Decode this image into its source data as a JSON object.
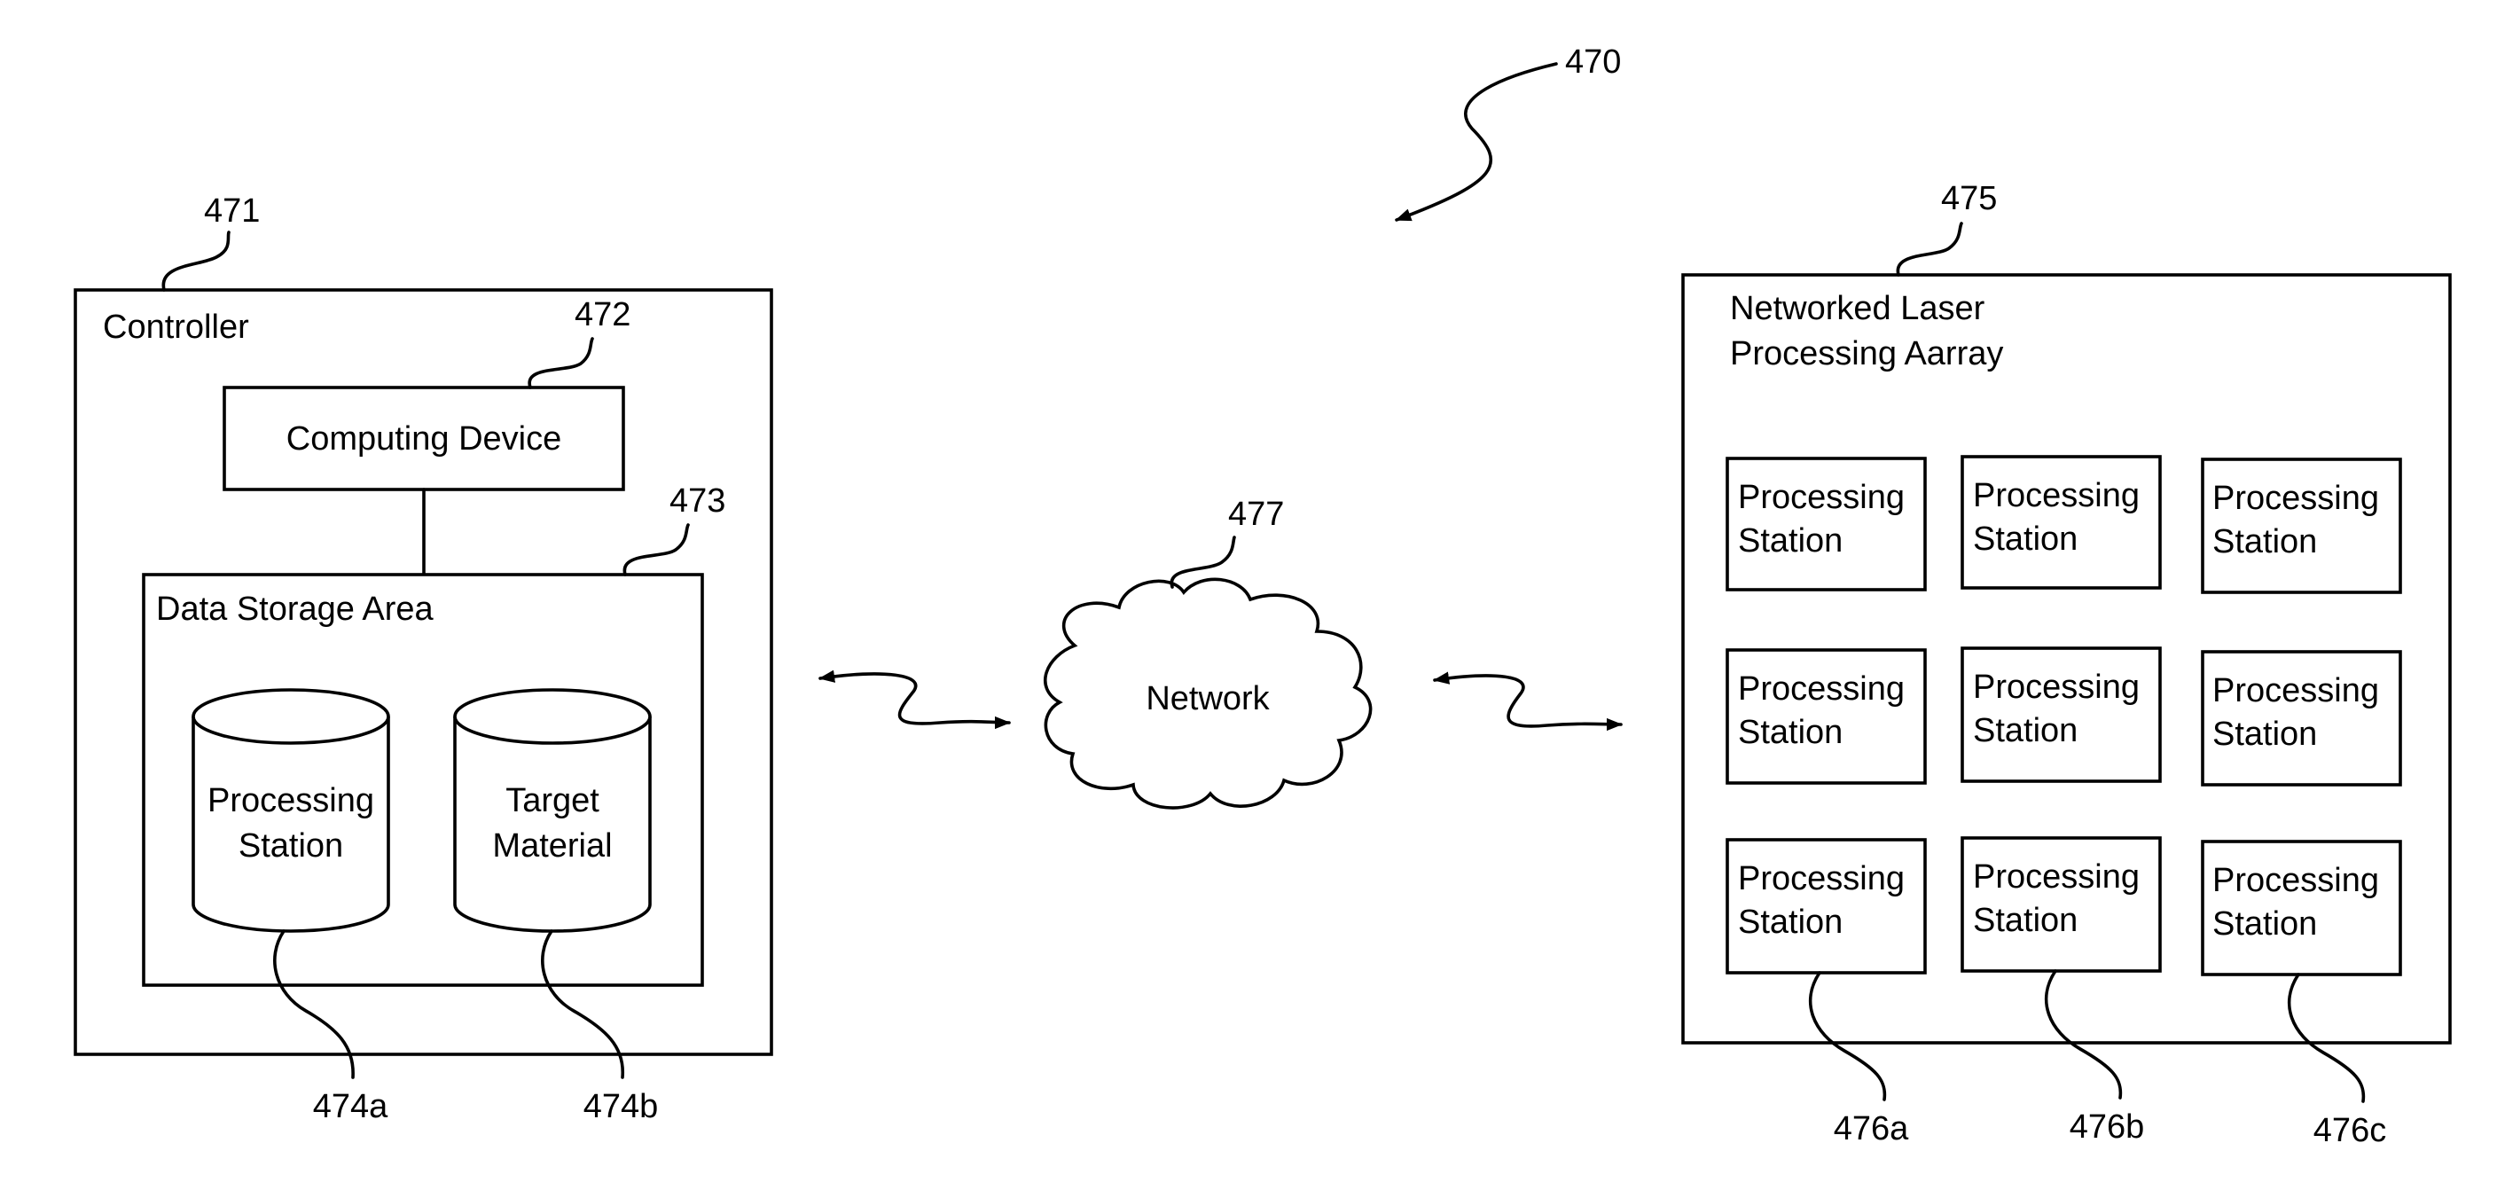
{
  "figure_ref": "470",
  "controller": {
    "ref": "471",
    "label": "Controller",
    "computing_device": {
      "ref": "472",
      "label": "Computing Device"
    },
    "data_storage": {
      "ref": "473",
      "label": "Data Storage Area",
      "databases": [
        {
          "ref": "474a",
          "line1": "Processing",
          "line2": "Station"
        },
        {
          "ref": "474b",
          "line1": "Target",
          "line2": "Material"
        }
      ]
    }
  },
  "network": {
    "ref": "477",
    "label": "Network"
  },
  "array": {
    "ref": "475",
    "title_line1": "Networked Laser",
    "title_line2": "Processing Aarray",
    "stations": [
      {
        "line1": "Processing",
        "line2": "Station"
      },
      {
        "line1": "Processing",
        "line2": "Station"
      },
      {
        "line1": "Processing",
        "line2": "Station"
      },
      {
        "line1": "Processing",
        "line2": "Station"
      },
      {
        "line1": "Processing",
        "line2": "Station"
      },
      {
        "line1": "Processing",
        "line2": "Station"
      },
      {
        "line1": "Processing",
        "line2": "Station"
      },
      {
        "line1": "Processing",
        "line2": "Station"
      },
      {
        "line1": "Processing",
        "line2": "Station"
      }
    ],
    "station_refs": [
      "476a",
      "476b",
      "476c"
    ]
  }
}
